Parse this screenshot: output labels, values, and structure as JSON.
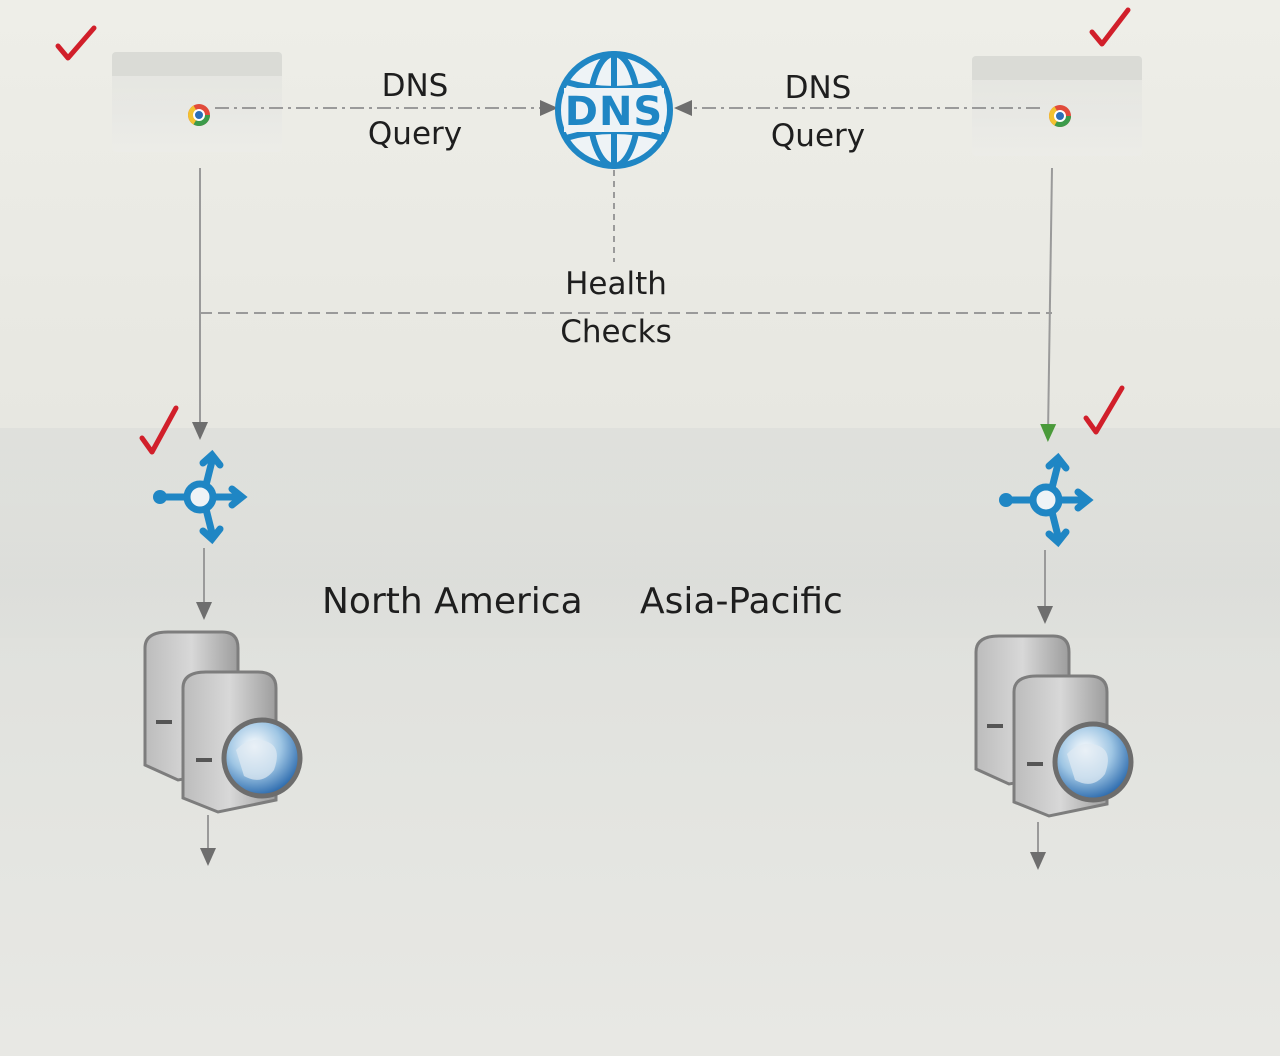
{
  "labels": {
    "dns_query_left": [
      "DNS",
      "Query"
    ],
    "dns_query_right": [
      "DNS",
      "Query"
    ],
    "dns_badge": "DNS",
    "health_checks": [
      "Health",
      "Checks"
    ],
    "region_left": "North America",
    "region_right": "Asia-Pacific"
  },
  "icons": {
    "browser": "chrome-browser-icon",
    "dns": "dns-globe-icon",
    "load_balancer": "load-balancer-icon",
    "web_server": "web-server-globe-icon",
    "check": "check-mark-icon"
  },
  "colors": {
    "accent_blue": "#1f86c4",
    "check_red": "#d11f2a",
    "arrow_green": "#4a9a3a",
    "line_gray": "#8a8a8a",
    "text": "#1e1e1e"
  }
}
